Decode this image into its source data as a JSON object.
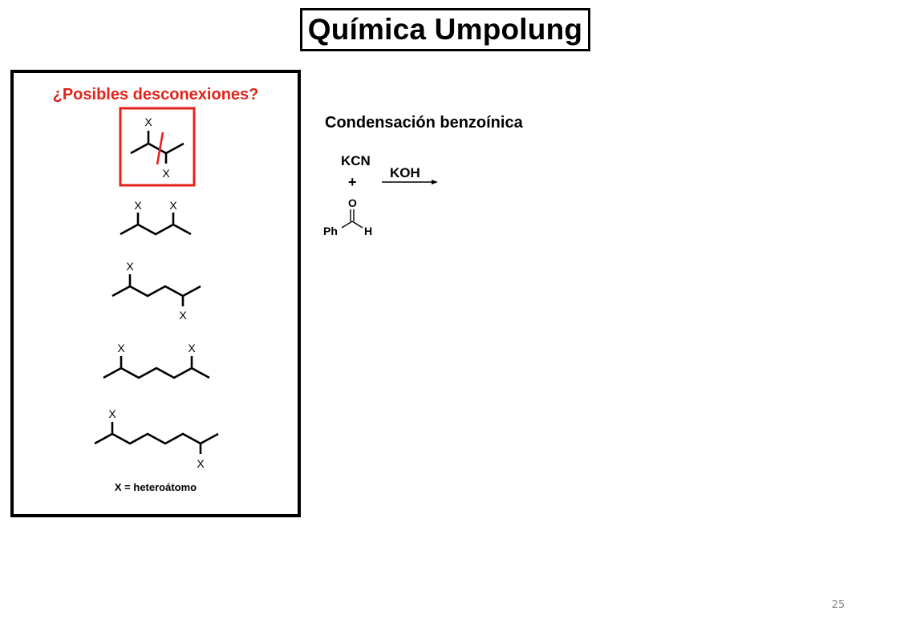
{
  "slide": {
    "title": "Química Umpolung",
    "page_number": "25"
  },
  "panel": {
    "heading": "¿Posibles desconexiones?",
    "heading_color": "#e3231b",
    "highlight_color": "#e3231b",
    "substituent_label": "X",
    "legend": "X = heteroátomo"
  },
  "reaction": {
    "title": "Condensación benzoínica",
    "reagent_top": "KCN",
    "plus": "+",
    "oxygen": "O",
    "phenyl": "Ph",
    "hydrogen": "H",
    "condition": "KOH"
  }
}
